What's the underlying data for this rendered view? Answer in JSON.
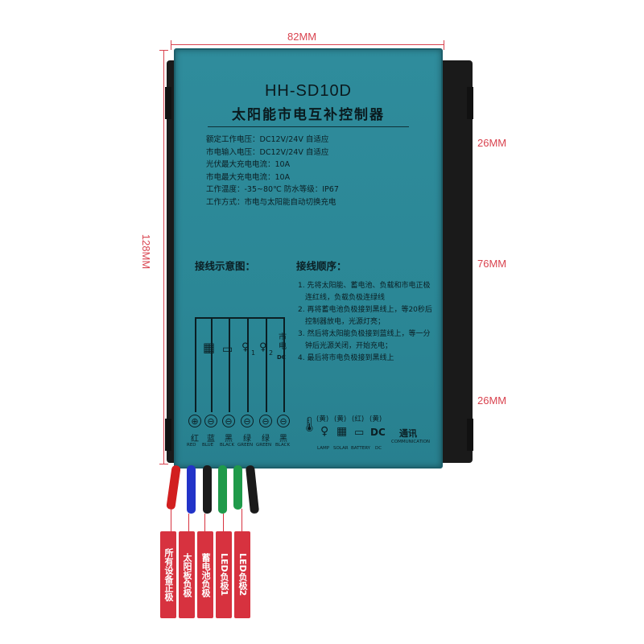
{
  "dimensions": {
    "width_label": "82MM",
    "height_label": "128MM",
    "right_labels": [
      "26MM",
      "76MM",
      "26MM"
    ]
  },
  "panel": {
    "model": "HH-SD10D",
    "title": "太阳能市电互补控制器",
    "specs": [
      "额定工作电压：DC12V/24V  自适应",
      "市电输入电压：DC12V/24V  自适应",
      "光伏最大充电电流：10A",
      "市电最大充电电流：10A",
      "工作温度：-35~80℃   防水等级：IP67",
      "工作方式：市电与太阳能自动切换充电"
    ],
    "diagram_title": "接线示意图：",
    "sequence_title": "接线顺序：",
    "steps": [
      "1. 先将太阳能、蓄电池、负载和市电正极连红线，负载负极连绿线",
      "2. 再将蓄电池负极接到黑线上，等20秒后控制器放电，光源灯亮；",
      "3. 然后将太阳能负极接到蓝线上，等一分钟后光源关闭，开始充电；",
      "4. 最后将市电负极接到黑线上"
    ],
    "diagram_icon_labels": {
      "lamp1": "1",
      "lamp2": "2",
      "grid": "市电",
      "dc": "DC"
    },
    "terminals": [
      {
        "symbol": "⊕",
        "cn": "红",
        "en": "RED"
      },
      {
        "symbol": "⊖",
        "cn": "蓝",
        "en": "BLUE"
      },
      {
        "symbol": "⊖",
        "cn": "黑",
        "en": "BLACK"
      },
      {
        "symbol": "⊖",
        "cn": "绿",
        "en": "GREEN"
      },
      {
        "symbol": "⊖",
        "cn": "绿",
        "en": "GREEN"
      },
      {
        "symbol": "⊖",
        "cn": "黑",
        "en": "BLACK"
      }
    ],
    "indicators": {
      "badges": [
        "(黄)",
        "(黄)",
        "(红)",
        "(黄)"
      ],
      "names": [
        "LAMP",
        "SOLAR",
        "BATTERY",
        "DC"
      ],
      "dc_text": "DC",
      "comm": "通讯",
      "comm_en": "COMMUNICATION"
    }
  },
  "cables": {
    "colors": [
      "#d21f1f",
      "#2233c8",
      "#1a1a1a",
      "#1f9a4a",
      "#1f9a4a",
      "#1a1a1a"
    ]
  },
  "labels": [
    "所有设备正极",
    "太阳板负极",
    "蓄电池负极",
    "LED负极1",
    "LED负极2"
  ]
}
